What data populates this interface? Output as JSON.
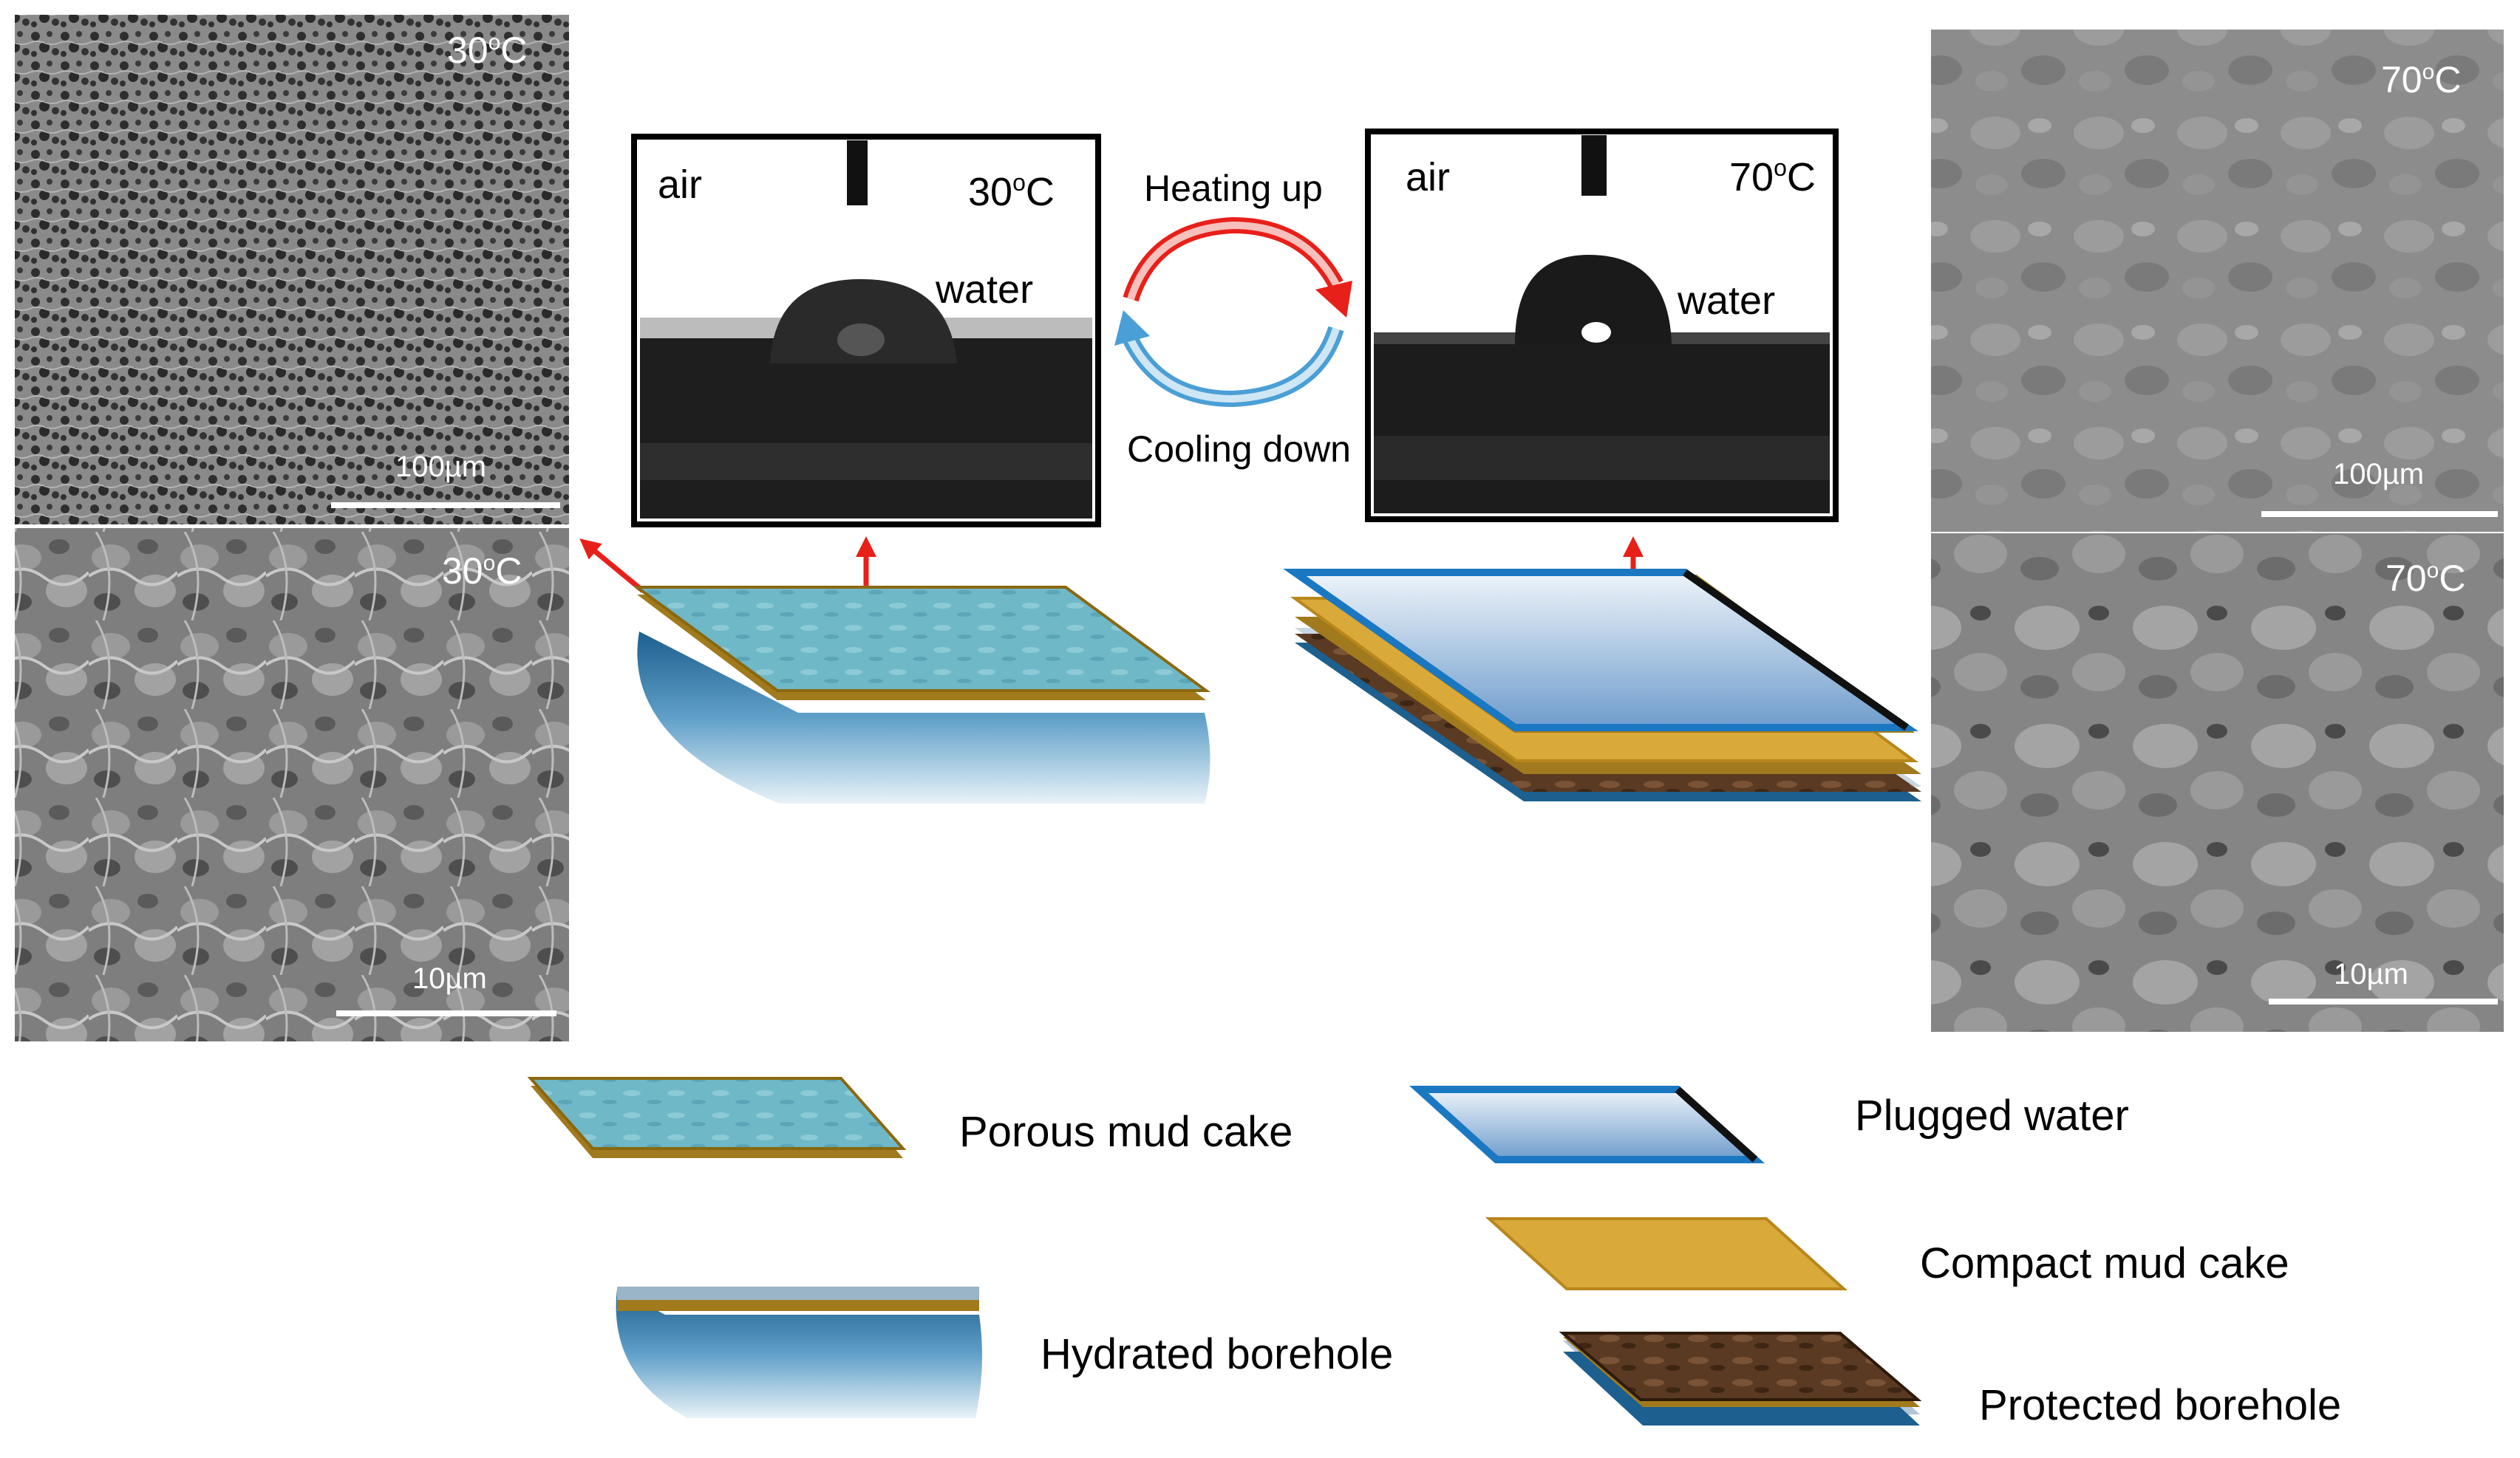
{
  "sem": {
    "tl": {
      "temp": "30",
      "unit": "C",
      "scale": "100µm"
    },
    "bl": {
      "temp": "30",
      "unit": "C",
      "scale": "10µm"
    },
    "tr": {
      "temp": "70",
      "unit": "C",
      "scale": "100µm"
    },
    "br": {
      "temp": "70",
      "unit": "C",
      "scale": "10µm"
    }
  },
  "contact_angle": {
    "left": {
      "medium": "air",
      "temp": "30",
      "unit": "C",
      "droplet": "water"
    },
    "right": {
      "medium": "air",
      "temp": "70",
      "unit": "C",
      "droplet": "water"
    }
  },
  "cycle": {
    "heating": "Heating up",
    "cooling": "Cooling down"
  },
  "legend": {
    "porous": "Porous mud cake",
    "hydrated": "Hydrated borehole",
    "plugged": "Plugged water",
    "compact": "Compact mud cake",
    "protected": "Protected borehole"
  },
  "colors": {
    "arrow_red": "#e8201a",
    "cycle_blue": "#4a9fd6",
    "porous_teal": "#6fb8c8",
    "rim_gold": "#a07a1c",
    "compact_gold": "#d9a93a",
    "protected_brown": "#5a3a22",
    "water_blue": "#8fb8d8"
  }
}
